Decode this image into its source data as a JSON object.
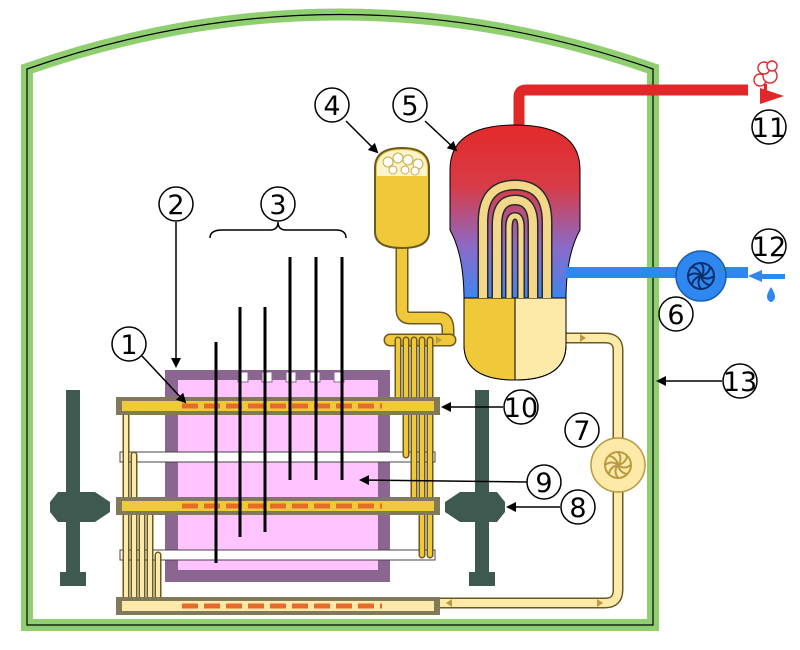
{
  "callouts": [
    {
      "id": "callout-1",
      "label": "1"
    },
    {
      "id": "callout-2",
      "label": "2"
    },
    {
      "id": "callout-3",
      "label": "3"
    },
    {
      "id": "callout-4",
      "label": "4"
    },
    {
      "id": "callout-5",
      "label": "5"
    },
    {
      "id": "callout-6",
      "label": "6"
    },
    {
      "id": "callout-7",
      "label": "7"
    },
    {
      "id": "callout-8",
      "label": "8"
    },
    {
      "id": "callout-9",
      "label": "9"
    },
    {
      "id": "callout-10",
      "label": "10"
    },
    {
      "id": "callout-11",
      "label": "11"
    },
    {
      "id": "callout-12",
      "label": "12"
    },
    {
      "id": "callout-13",
      "label": "13"
    }
  ],
  "colors": {
    "containment": "#8fcf6f",
    "vessel": "#8a6690",
    "core": "#ffc4ff",
    "coolant_hot": "#f0c93b",
    "coolant_cold": "#fde9a8",
    "steam": "#e02828",
    "feedwater": "#2f88f0",
    "magnet": "#3e5a50",
    "heater": "#e66a2c"
  },
  "icons": {
    "steam_out": "steam-cloud-icon",
    "water_in": "water-drop-icon",
    "pump": "pump-icon",
    "pressurizer": "pressurizer-icon"
  }
}
